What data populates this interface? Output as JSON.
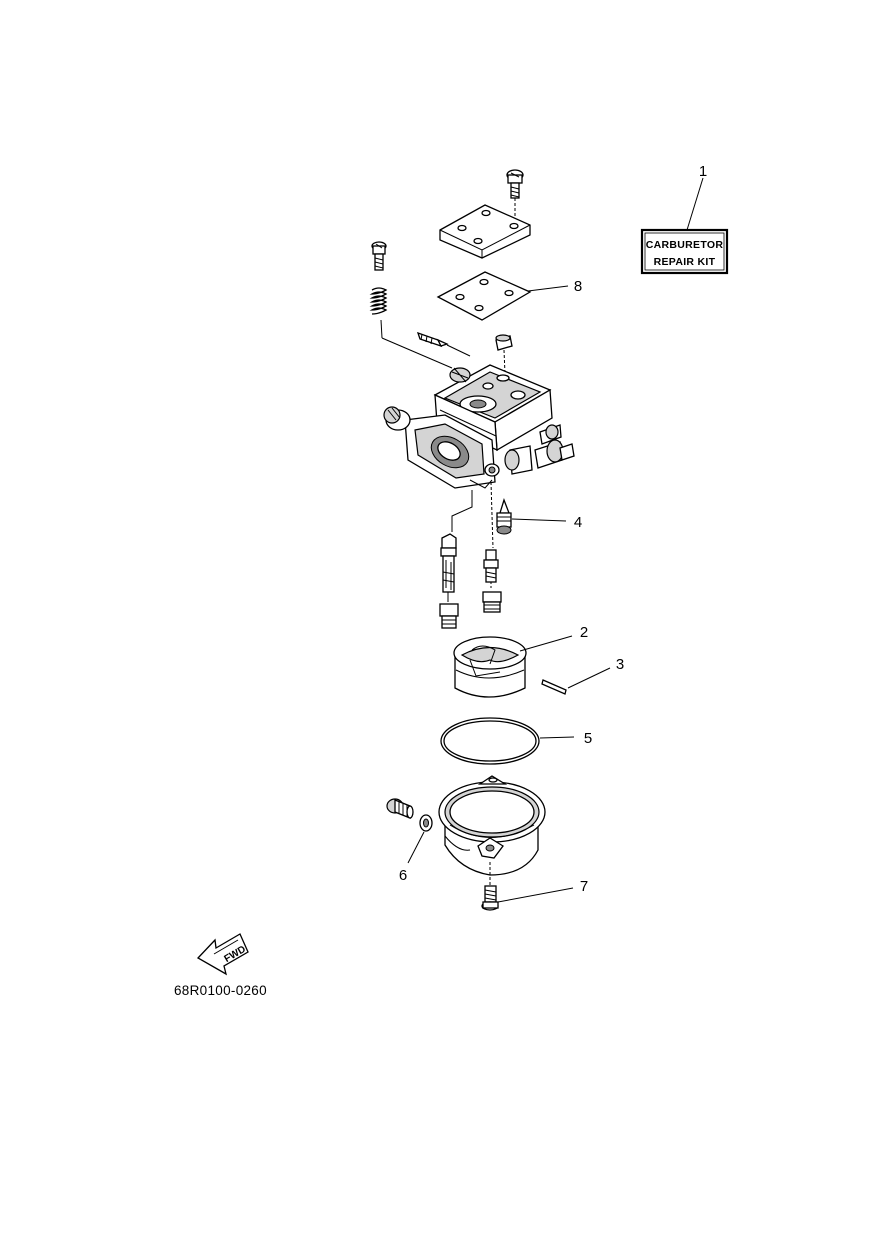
{
  "kit_label": {
    "line1": "CARBURETOR",
    "line2": "REPAIR KIT"
  },
  "callouts": {
    "c1": "1",
    "c2": "2",
    "c3": "3",
    "c4": "4",
    "c5": "5",
    "c6": "6",
    "c7": "7",
    "c8": "8"
  },
  "fwd_label": "FWD",
  "doc_number": "68R0100-0260"
}
